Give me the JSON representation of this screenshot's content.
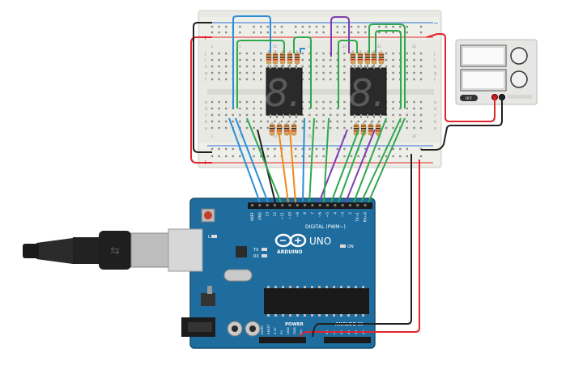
{
  "breadboard": {
    "row_letters_top": [
      "j",
      "i",
      "h",
      "g",
      "f"
    ],
    "row_letters_bottom": [
      "e",
      "d",
      "c",
      "b",
      "a"
    ],
    "column_numbers": [
      "1",
      "5",
      "10",
      "15",
      "20",
      "25",
      "30"
    ],
    "rail_plus": "+",
    "rail_minus": "−"
  },
  "displays": [
    {
      "digit": "8."
    },
    {
      "digit": "8."
    }
  ],
  "arduino": {
    "brand": "ARDUINO",
    "model": "UNO",
    "digital_label": "DIGITAL (PWM~)",
    "power_label": "POWER",
    "analog_label": "ANALOG IN",
    "on_label": "ON",
    "l_label": "L",
    "tx_label": "TX",
    "rx_label": "RX",
    "digital_pins": [
      "AREF",
      "GND",
      "13",
      "12",
      "~11",
      "~10",
      "~9",
      "8",
      "7",
      "~6",
      "~5",
      "4",
      "~3",
      "2",
      "TX→1",
      "RX←0"
    ],
    "power_pins": [
      "IOREF",
      "RESET",
      "3.3V",
      "5V",
      "GND",
      "GND",
      "Vin"
    ],
    "analog_pins": [
      "A0",
      "A1",
      "A2",
      "A3",
      "A4",
      "A5"
    ],
    "infinity_icon": "arduino-infinity-logo"
  },
  "power_supply": {
    "off_label": "OFF"
  },
  "colors": {
    "wire_red": "#e0252b",
    "wire_black": "#202020",
    "wire_green": "#2fa84f",
    "wire_blue": "#2b8fd6",
    "wire_purple": "#7b3fb0",
    "wire_orange": "#f08a1c",
    "board_blue": "#1f6d9e",
    "breadboard": "#e9e9e4"
  }
}
